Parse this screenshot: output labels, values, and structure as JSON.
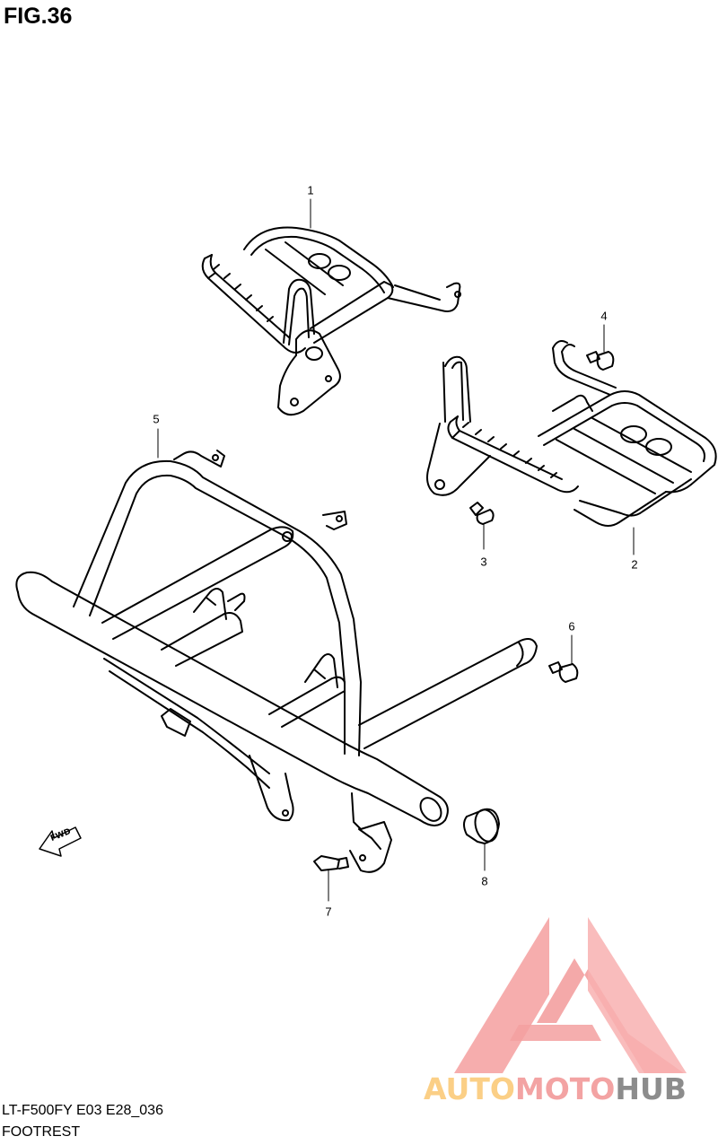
{
  "figure": {
    "title": "FIG.36"
  },
  "callouts": [
    "1",
    "2",
    "3",
    "4",
    "5",
    "6",
    "7",
    "8"
  ],
  "fwd_label": "FWD",
  "footer": {
    "model_code": "LT-F500FY E03 E28_036",
    "section_name": "FOOTREST"
  },
  "watermark": {
    "part1": "AUTO",
    "part2": "MOTO",
    "part3": "HUB",
    "colors": [
      "#fbcf86",
      "#f3a3a3",
      "#8c8c8c"
    ]
  },
  "colors": {
    "line": "#000000",
    "background": "#ffffff"
  }
}
